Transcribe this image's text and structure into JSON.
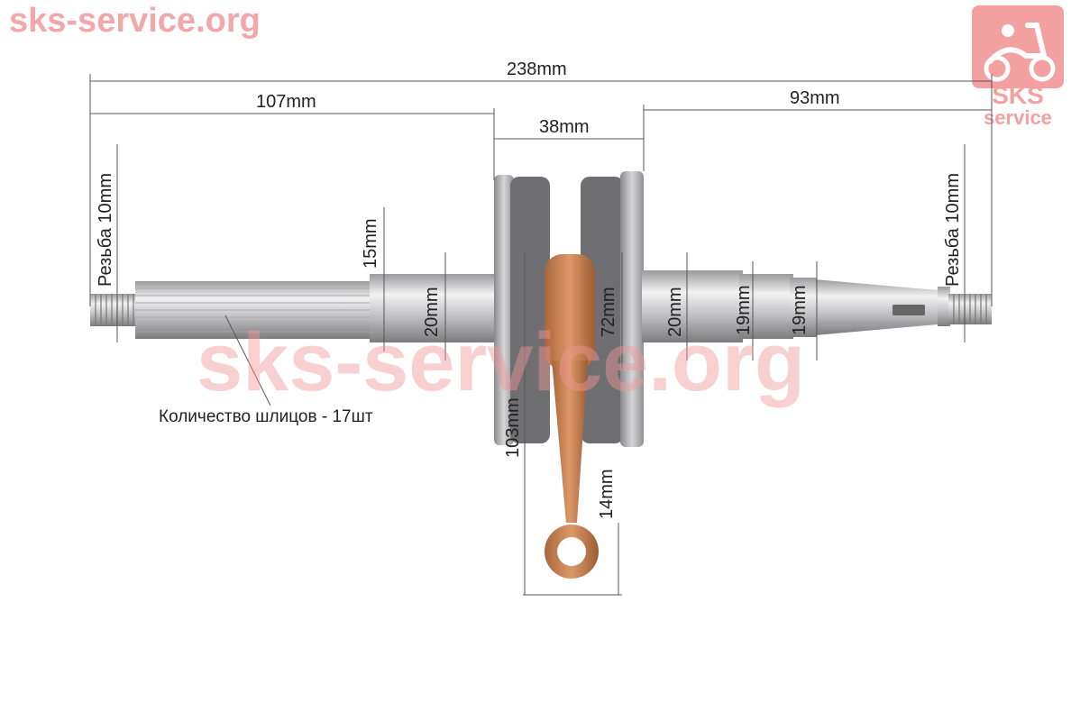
{
  "watermark": {
    "top_left": "sks-service.org",
    "center": "sks-service.org",
    "logo_line1": "SKS",
    "logo_line2": "service"
  },
  "dimensions": {
    "overall_length": "238mm",
    "left_shaft_length": "107mm",
    "web_width": "38mm",
    "right_shaft_length": "93mm",
    "left_thread": "Резьба 10mm",
    "right_thread": "Резьба 10mm",
    "left_spline_length": "15mm",
    "left_journal_diameter": "20mm",
    "web_inner": "72mm",
    "right_journal_diameter": "20mm",
    "right_step_1": "19mm",
    "right_step_2": "19mm",
    "rod_length": "103mm",
    "small_end": "14mm"
  },
  "notes": {
    "spline_count": "Количество шлицов - 17шт"
  },
  "colors": {
    "steel": "#c9c9cb",
    "flywheel": "#7d7d80",
    "rod": "#c07a4a",
    "watermark": "#f2a8a8"
  }
}
